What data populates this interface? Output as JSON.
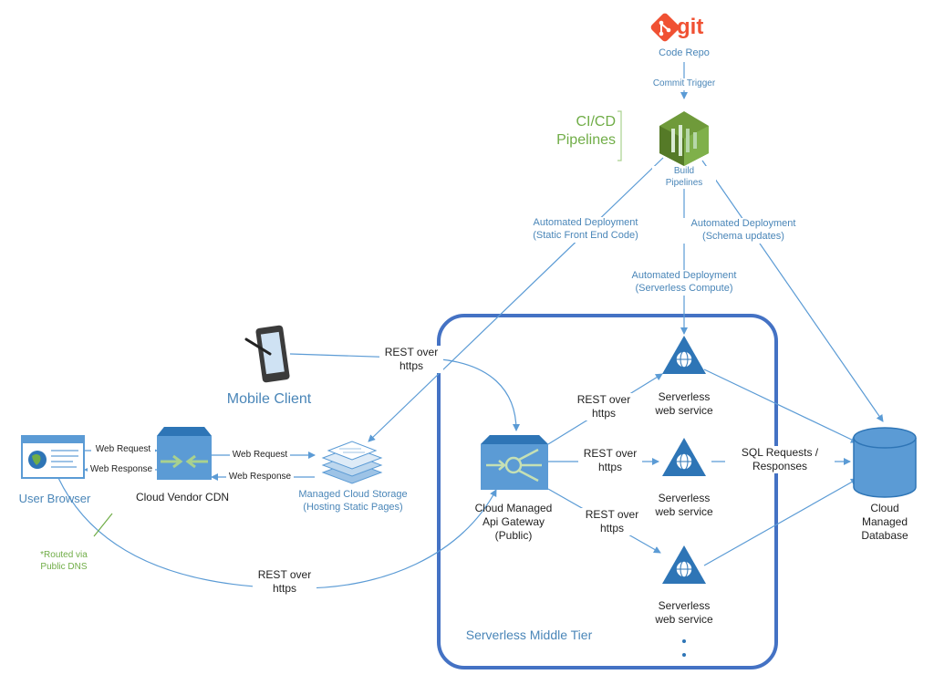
{
  "code_repo": {
    "logo_text": "git",
    "label": "Code Repo"
  },
  "commit_trigger": "Commit Trigger",
  "cicd": {
    "title_line1": "CI/CD",
    "title_line2": "Pipelines",
    "build_line1": "Build",
    "build_line2": "Pipelines"
  },
  "deploy": {
    "static": [
      "Automated Deployment",
      "(Static Front End Code)"
    ],
    "schema": [
      "Automated Deployment",
      "(Schema updates)"
    ],
    "compute": [
      "Automated Deployment",
      "(Serverless Compute)"
    ]
  },
  "mobile": {
    "label": "Mobile Client",
    "rest": [
      "REST over",
      "https"
    ]
  },
  "browser": {
    "label": "User Browser",
    "web_request": "Web Request",
    "web_response": "Web Response",
    "routed": [
      "*Routed via",
      "Public DNS"
    ],
    "rest": [
      "REST over",
      "https"
    ]
  },
  "cdn": {
    "label": "Cloud Vendor CDN",
    "web_request": "Web Request",
    "web_response": "Web  Response"
  },
  "storage": {
    "label": [
      "Managed Cloud Storage",
      "(Hosting Static Pages)"
    ]
  },
  "gateway": {
    "label": [
      "Cloud Managed",
      "Api Gateway",
      "(Public)"
    ],
    "rest_top": [
      "REST over",
      "https"
    ],
    "rest_mid": [
      "REST over",
      "https"
    ],
    "rest_bot": [
      "REST over",
      "https"
    ]
  },
  "services": [
    {
      "label": [
        "Serverless",
        "web service"
      ]
    },
    {
      "label": [
        "Serverless",
        "web service"
      ]
    },
    {
      "label": [
        "Serverless",
        "web service"
      ]
    }
  ],
  "sql": [
    "SQL Requests /",
    "Responses"
  ],
  "database": {
    "label": [
      "Cloud",
      "Managed",
      "Database"
    ]
  },
  "middle_tier": {
    "label": "Serverless Middle Tier"
  },
  "colors": {
    "line": "#5b9bd5",
    "icon_fill": "#5b9bd5",
    "icon_dark": "#2e75b6",
    "green": "#70ad47",
    "git_orange": "#f05133",
    "aws_green": "#6f9a3a",
    "text_blue": "#4a86b8",
    "middle_tier_border": "#4472c4"
  }
}
